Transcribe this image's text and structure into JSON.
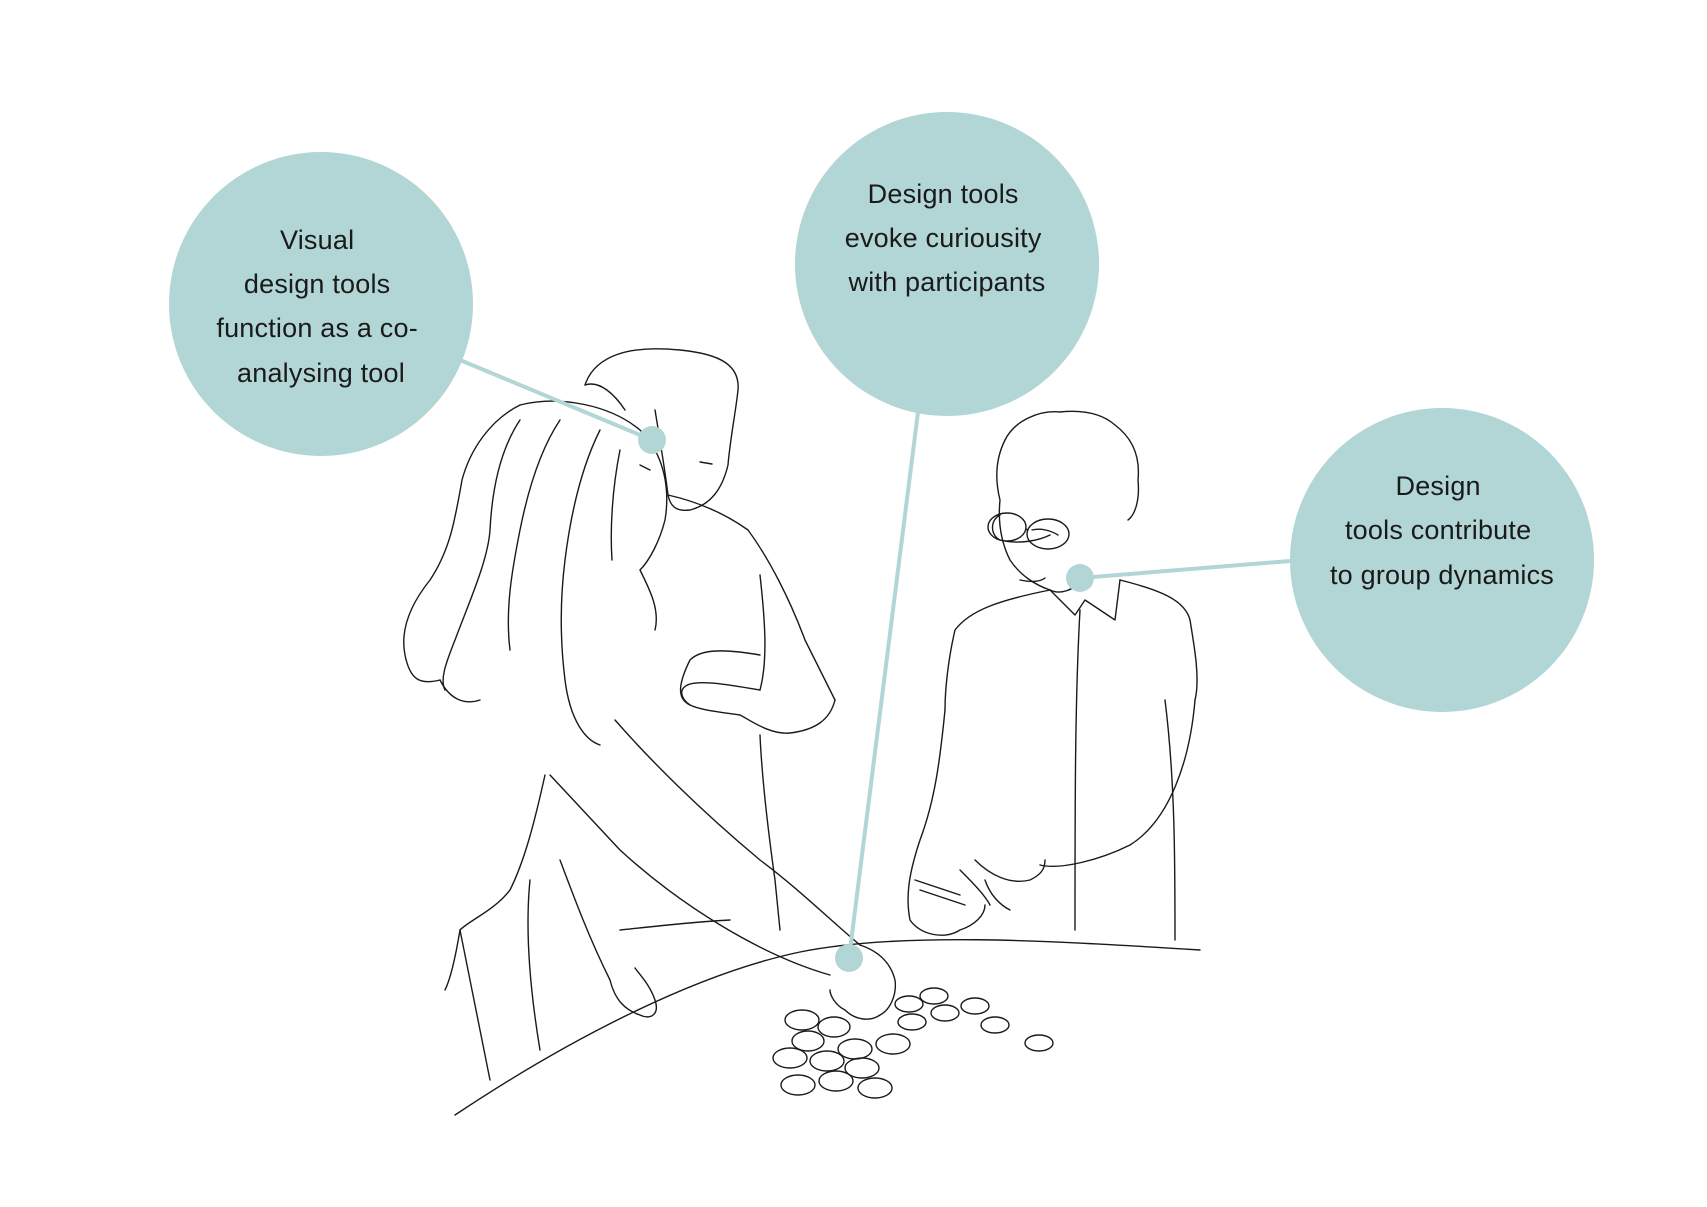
{
  "colors": {
    "accent": "#b2d5d5",
    "ink": "#1a1a1a",
    "background": "#ffffff"
  },
  "callouts": [
    {
      "lines": [
        "Visual",
        "design tools",
        "function as a co-",
        "analysing tool"
      ]
    },
    {
      "lines": [
        "Design tools",
        "evoke curiousity",
        "with participants"
      ]
    },
    {
      "lines": [
        "Design",
        "tools contribute",
        "to group dynamics"
      ]
    }
  ]
}
